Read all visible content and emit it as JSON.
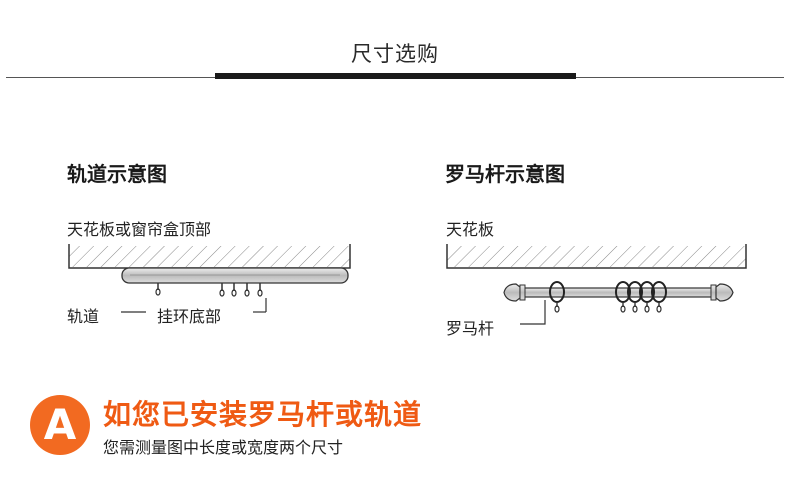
{
  "header": {
    "title": "尺寸选购"
  },
  "track_diagram": {
    "title": "轨道示意图",
    "ceiling_label": "天花板或窗帘盒顶部",
    "track_label": "轨道",
    "hook_base_label": "挂环底部"
  },
  "rod_diagram": {
    "title": "罗马杆示意图",
    "ceiling_label": "天花板",
    "rod_label": "罗马杆"
  },
  "notice": {
    "badge": "A",
    "headline": "如您已安装罗马杆或轨道",
    "subline": "您需测量图中长度或宽度两个尺寸"
  },
  "colors": {
    "accent": "#ef5a13",
    "badge": "#f26a21",
    "rule": "#1a1a1a"
  }
}
